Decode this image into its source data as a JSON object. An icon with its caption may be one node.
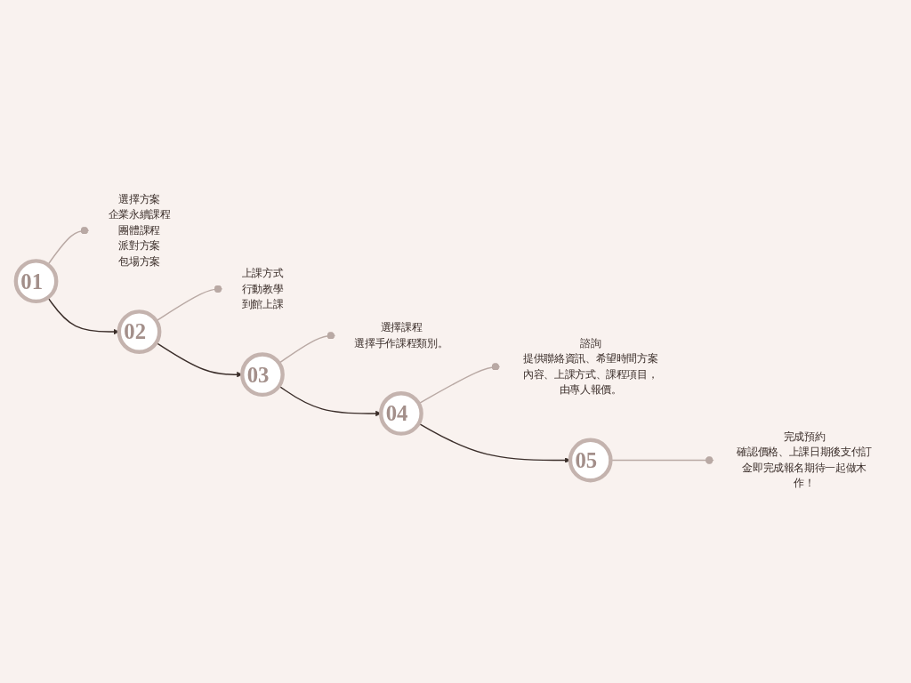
{
  "diagram": {
    "nodes": [
      {
        "text": [
          "01"
        ]
      },
      {
        "text": [
          "選擇方案",
          "企業永續課程",
          "團體課程",
          "派對方案",
          "包場方案"
        ]
      },
      {
        "text": [
          "02"
        ]
      },
      {
        "text": [
          "上課方式",
          "行動教學",
          "到館上課"
        ]
      },
      {
        "text": [
          "03"
        ]
      },
      {
        "text": [
          "選擇課程",
          "選擇手作課程類別。"
        ]
      },
      {
        "text": [
          "04"
        ]
      },
      {
        "text": [
          "諮詢",
          "提供聯絡資訊、希望時間方案內容、上課方式、課程項目，由專人報價。"
        ]
      },
      {
        "text": [
          "05"
        ]
      },
      {
        "text": [
          "完成預約",
          "確認價格、上課日期後支付訂金即完成報名期待一起做木作！"
        ]
      }
    ],
    "edges": [
      {
        "from": 0,
        "to": 1,
        "arrow": "other"
      },
      {
        "from": 0,
        "to": 2,
        "arrow": "to",
        "color": "#3b2e2a"
      },
      {
        "from": 2,
        "to": 3,
        "arrow": "other"
      },
      {
        "from": 2,
        "to": 4,
        "arrow": "to",
        "color": "#3b2e2a"
      },
      {
        "from": 4,
        "to": 5,
        "arrow": "other"
      },
      {
        "from": 4,
        "to": 6,
        "arrow": "to",
        "color": "#3b2e2a"
      },
      {
        "from": 6,
        "to": 7,
        "arrow": "other"
      },
      {
        "from": 6,
        "to": 8,
        "arrow": "to",
        "color": "#3b2e2a"
      },
      {
        "from": 8,
        "to": 9,
        "arrow": "other"
      }
    ]
  }
}
